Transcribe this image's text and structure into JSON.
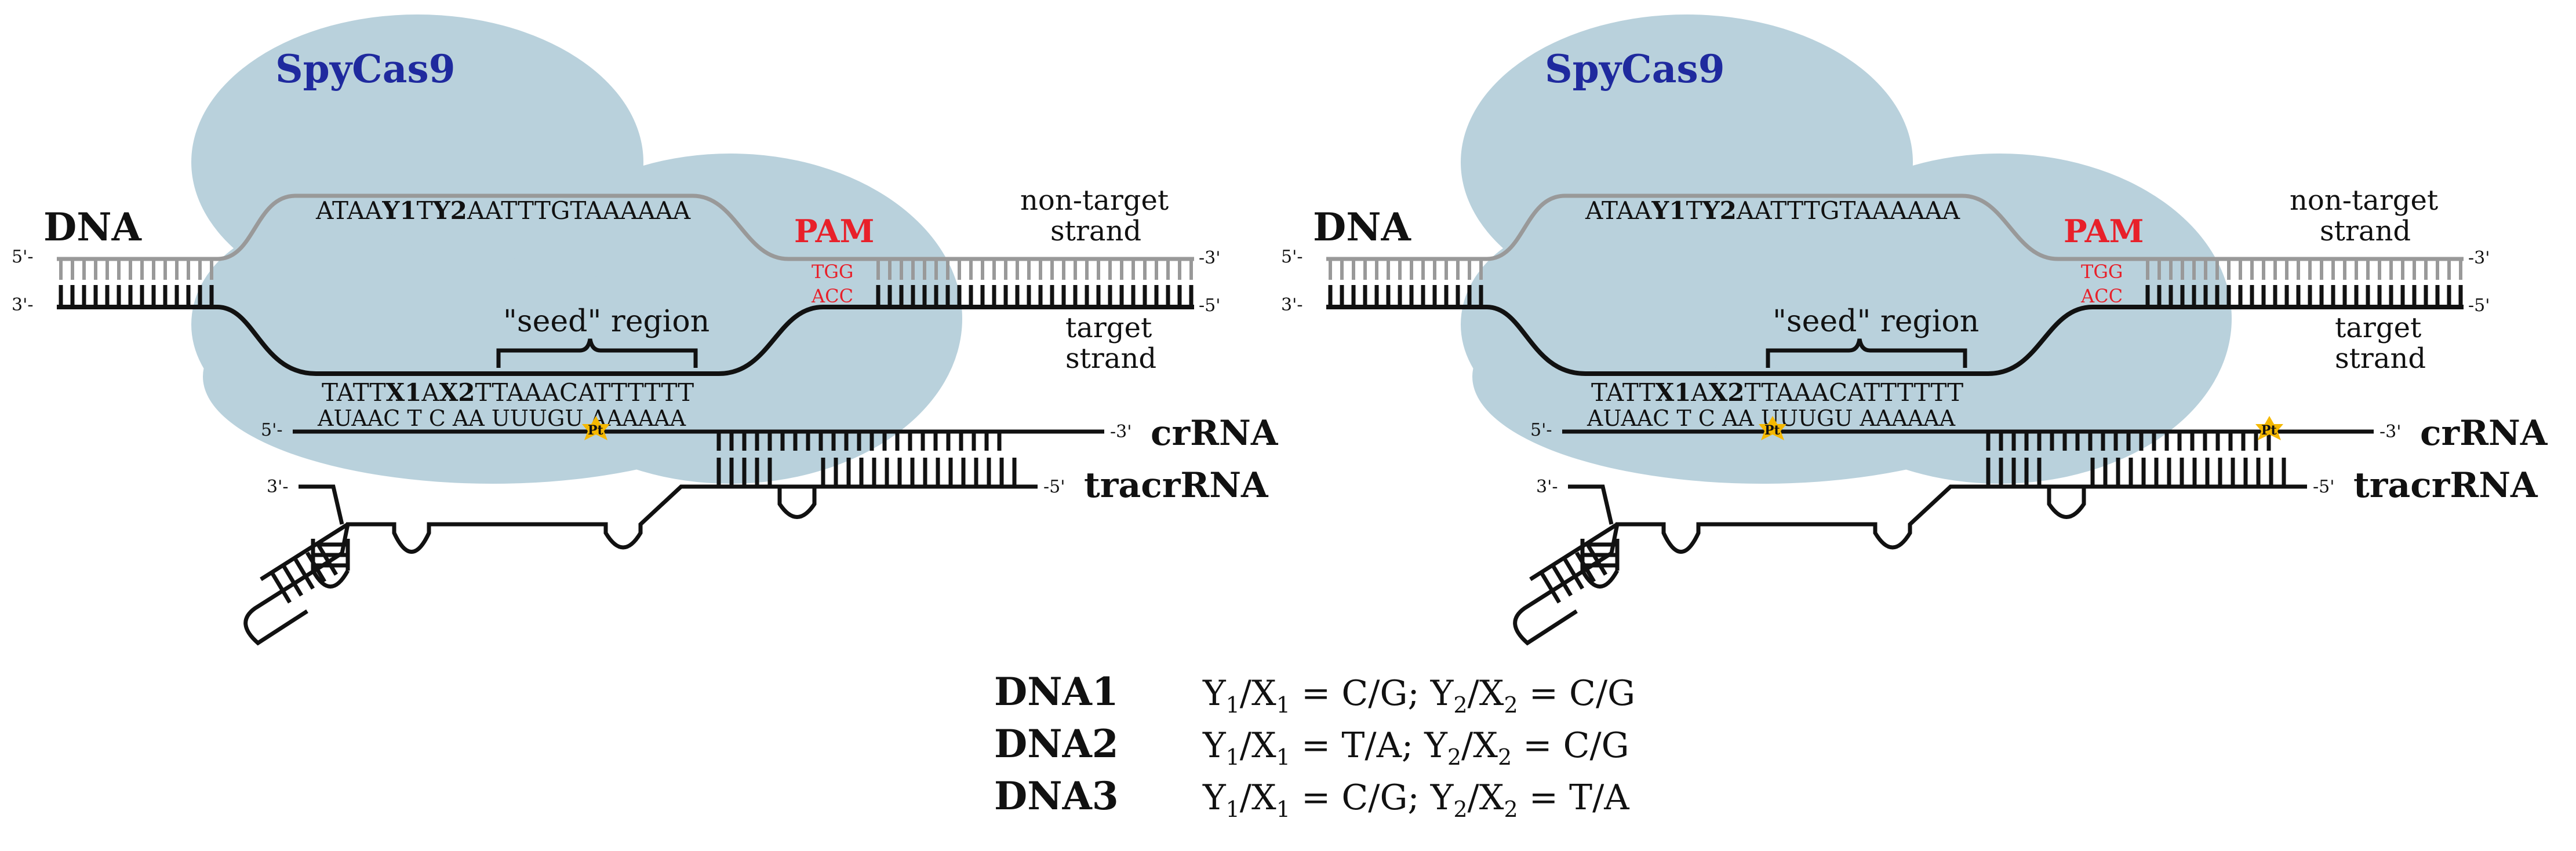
{
  "panels": [
    {
      "protein": "SpyCas9",
      "dna_label": "DNA",
      "pam_label": "PAM",
      "pam_top": "TGG",
      "pam_bottom": "ACC",
      "non_target_l1": "non-target",
      "non_target_l2": "strand",
      "target_l1": "target",
      "target_l2": "strand",
      "seed_label": "\"seed\" region",
      "nt_seq": [
        "ATAA",
        "Y1",
        "T",
        "Y2",
        "AATTTGTAAAAAA"
      ],
      "t_seq": [
        "TATT",
        "X1",
        "A",
        "X2",
        "TTAAACATTTTTT"
      ],
      "crrna_seq": "AUAAC T C AA UUUGU AAAAAA",
      "crrna_label": "crRNA",
      "tracr_label": "tracrRNA",
      "five": "5'-",
      "three": "3'-",
      "five_r": "-5'",
      "three_r": "-3'",
      "pt_marker": "Pt"
    },
    {
      "protein": "SpyCas9",
      "dna_label": "DNA",
      "pam_label": "PAM",
      "pam_top": "TGG",
      "pam_bottom": "ACC",
      "non_target_l1": "non-target",
      "non_target_l2": "strand",
      "target_l1": "target",
      "target_l2": "strand",
      "seed_label": "\"seed\" region",
      "nt_seq": [
        "ATAA",
        "Y1",
        "T",
        "Y2",
        "AATTTGTAAAAAA"
      ],
      "t_seq": [
        "TATT",
        "X1",
        "A",
        "X2",
        "TTAAACATTTTTT"
      ],
      "crrna_seq": "AUAAC T C AA UUUGU AAAAAA",
      "crrna_label": "crRNA",
      "tracr_label": "tracrRNA",
      "five": "5'-",
      "three": "3'-",
      "five_r": "-5'",
      "three_r": "-3'",
      "pt_marker": "Pt"
    }
  ],
  "legend": [
    {
      "name": "DNA1",
      "y1x1": "C/G",
      "y2x2": "C/G"
    },
    {
      "name": "DNA2",
      "y1x1": "T/A",
      "y2x2": "C/G"
    },
    {
      "name": "DNA3",
      "y1x1": "C/G",
      "y2x2": "T/A"
    }
  ],
  "legend_symbols": {
    "Y": "Y",
    "X": "X",
    "sub1": "1",
    "sub2": "2",
    "slash": "/",
    "eq": " = ",
    "sep": "; "
  },
  "colors": {
    "protein_fill": "#b9d1dc",
    "protein_label": "#1f2a9e",
    "pam": "#e8202a",
    "non_target_strand": "#999999",
    "target_strand": "#111111",
    "pt_marker": "#f5b800"
  }
}
